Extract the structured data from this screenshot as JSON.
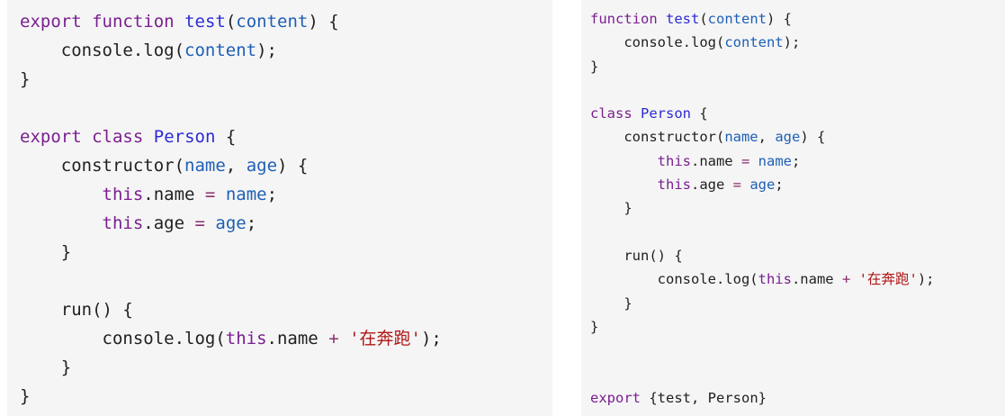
{
  "colors": {
    "keyword": "#7a1f8f",
    "function_name": "#2b2bd6",
    "variable": "#1e5fb5",
    "operator": "#8a2f6e",
    "string": "#b01515",
    "plain": "#1f1f1f",
    "panel_background": "#f5f5f5"
  },
  "left_panel": {
    "lines": [
      [
        {
          "t": "export",
          "c": "kw"
        },
        {
          "t": " ",
          "c": "pl"
        },
        {
          "t": "function",
          "c": "kw"
        },
        {
          "t": " ",
          "c": "pl"
        },
        {
          "t": "test",
          "c": "fn"
        },
        {
          "t": "(",
          "c": "pl"
        },
        {
          "t": "content",
          "c": "vr"
        },
        {
          "t": ") {",
          "c": "pl"
        }
      ],
      [
        {
          "t": "    console.log(",
          "c": "pl"
        },
        {
          "t": "content",
          "c": "vr"
        },
        {
          "t": ");",
          "c": "pl"
        }
      ],
      [
        {
          "t": "}",
          "c": "pl"
        }
      ],
      [],
      [
        {
          "t": "export",
          "c": "kw"
        },
        {
          "t": " ",
          "c": "pl"
        },
        {
          "t": "class",
          "c": "kw"
        },
        {
          "t": " ",
          "c": "pl"
        },
        {
          "t": "Person",
          "c": "fn"
        },
        {
          "t": " {",
          "c": "pl"
        }
      ],
      [
        {
          "t": "    constructor(",
          "c": "pl"
        },
        {
          "t": "name",
          "c": "vr"
        },
        {
          "t": ", ",
          "c": "pl"
        },
        {
          "t": "age",
          "c": "vr"
        },
        {
          "t": ") {",
          "c": "pl"
        }
      ],
      [
        {
          "t": "        ",
          "c": "pl"
        },
        {
          "t": "this",
          "c": "kw"
        },
        {
          "t": ".name ",
          "c": "pl"
        },
        {
          "t": "=",
          "c": "op"
        },
        {
          "t": " ",
          "c": "pl"
        },
        {
          "t": "name",
          "c": "vr"
        },
        {
          "t": ";",
          "c": "pl"
        }
      ],
      [
        {
          "t": "        ",
          "c": "pl"
        },
        {
          "t": "this",
          "c": "kw"
        },
        {
          "t": ".age ",
          "c": "pl"
        },
        {
          "t": "=",
          "c": "op"
        },
        {
          "t": " ",
          "c": "pl"
        },
        {
          "t": "age",
          "c": "vr"
        },
        {
          "t": ";",
          "c": "pl"
        }
      ],
      [
        {
          "t": "    }",
          "c": "pl"
        }
      ],
      [],
      [
        {
          "t": "    run() {",
          "c": "pl"
        }
      ],
      [
        {
          "t": "        console.log(",
          "c": "pl"
        },
        {
          "t": "this",
          "c": "kw"
        },
        {
          "t": ".name ",
          "c": "pl"
        },
        {
          "t": "+",
          "c": "op"
        },
        {
          "t": " ",
          "c": "pl"
        },
        {
          "t": "'在奔跑'",
          "c": "st"
        },
        {
          "t": ");",
          "c": "pl"
        }
      ],
      [
        {
          "t": "    }",
          "c": "pl"
        }
      ],
      [
        {
          "t": "}",
          "c": "pl"
        }
      ]
    ]
  },
  "right_panel": {
    "lines": [
      [
        {
          "t": "function",
          "c": "kw"
        },
        {
          "t": " ",
          "c": "pl"
        },
        {
          "t": "test",
          "c": "fn"
        },
        {
          "t": "(",
          "c": "pl"
        },
        {
          "t": "content",
          "c": "vr"
        },
        {
          "t": ") {",
          "c": "pl"
        }
      ],
      [
        {
          "t": "    console.log(",
          "c": "pl"
        },
        {
          "t": "content",
          "c": "vr"
        },
        {
          "t": ");",
          "c": "pl"
        }
      ],
      [
        {
          "t": "}",
          "c": "pl"
        }
      ],
      [],
      [
        {
          "t": "class",
          "c": "kw"
        },
        {
          "t": " ",
          "c": "pl"
        },
        {
          "t": "Person",
          "c": "fn"
        },
        {
          "t": " {",
          "c": "pl"
        }
      ],
      [
        {
          "t": "    constructor(",
          "c": "pl"
        },
        {
          "t": "name",
          "c": "vr"
        },
        {
          "t": ", ",
          "c": "pl"
        },
        {
          "t": "age",
          "c": "vr"
        },
        {
          "t": ") {",
          "c": "pl"
        }
      ],
      [
        {
          "t": "        ",
          "c": "pl"
        },
        {
          "t": "this",
          "c": "kw"
        },
        {
          "t": ".name ",
          "c": "pl"
        },
        {
          "t": "=",
          "c": "op"
        },
        {
          "t": " ",
          "c": "pl"
        },
        {
          "t": "name",
          "c": "vr"
        },
        {
          "t": ";",
          "c": "pl"
        }
      ],
      [
        {
          "t": "        ",
          "c": "pl"
        },
        {
          "t": "this",
          "c": "kw"
        },
        {
          "t": ".age ",
          "c": "pl"
        },
        {
          "t": "=",
          "c": "op"
        },
        {
          "t": " ",
          "c": "pl"
        },
        {
          "t": "age",
          "c": "vr"
        },
        {
          "t": ";",
          "c": "pl"
        }
      ],
      [
        {
          "t": "    }",
          "c": "pl"
        }
      ],
      [],
      [
        {
          "t": "    run() {",
          "c": "pl"
        }
      ],
      [
        {
          "t": "        console.log(",
          "c": "pl"
        },
        {
          "t": "this",
          "c": "kw"
        },
        {
          "t": ".name ",
          "c": "pl"
        },
        {
          "t": "+",
          "c": "op"
        },
        {
          "t": " ",
          "c": "pl"
        },
        {
          "t": "'在奔跑'",
          "c": "st"
        },
        {
          "t": ");",
          "c": "pl"
        }
      ],
      [
        {
          "t": "    }",
          "c": "pl"
        }
      ],
      [
        {
          "t": "}",
          "c": "pl"
        }
      ],
      [],
      [],
      [
        {
          "t": "export",
          "c": "kw"
        },
        {
          "t": " {test, Person}",
          "c": "pl"
        }
      ]
    ]
  }
}
